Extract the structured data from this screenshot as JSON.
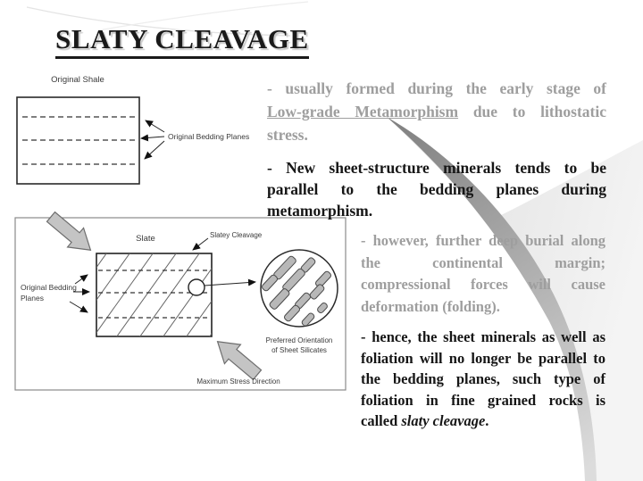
{
  "slide": {
    "title": "SLATY CLEAVAGE"
  },
  "colors": {
    "text_gray": "#9e9e9e",
    "text_black": "#161616",
    "swoosh_dark": "#7f7f7f",
    "swoosh_light": "#ededed",
    "grain_fill": "#b8b8b8"
  },
  "body": {
    "para1": {
      "line1": "- usually formed during the early stage of",
      "line2_underline": "Low-grade Metamorphism",
      "line2_rest": " due to lithostatic",
      "line3": "stress."
    },
    "para2": {
      "line1": "- New sheet-structure minerals tends to be",
      "line2": "parallel to the bedding planes during",
      "line3": "metamorphism."
    },
    "para3": {
      "line1": "- however, further deep burial along",
      "line2": "the continental margin;",
      "line3": "compressional forces will cause",
      "line4": "deformation (folding)."
    },
    "para4": {
      "line1": "- hence, the sheet minerals as well as",
      "line2": "foliation will no longer be parallel to",
      "line3": "the bedding planes, such type of",
      "line4": "foliation in fine grained rocks is",
      "line5_pre": "called ",
      "line5_italic": "slaty cleavage",
      "line5_post": "."
    }
  },
  "diagram_shale": {
    "title": "Original Shale",
    "label_bedding": "Original Bedding Planes"
  },
  "diagram_slate": {
    "label_slate": "Slate",
    "label_cleavage": "Slatey Cleavage",
    "label_bedding_line1": "Original Bedding",
    "label_bedding_line2": "Planes",
    "label_orientation_line1": "Preferred Orientation",
    "label_orientation_line2": "of Sheet Silicates",
    "label_stress": "Maximum Stress Direction"
  }
}
